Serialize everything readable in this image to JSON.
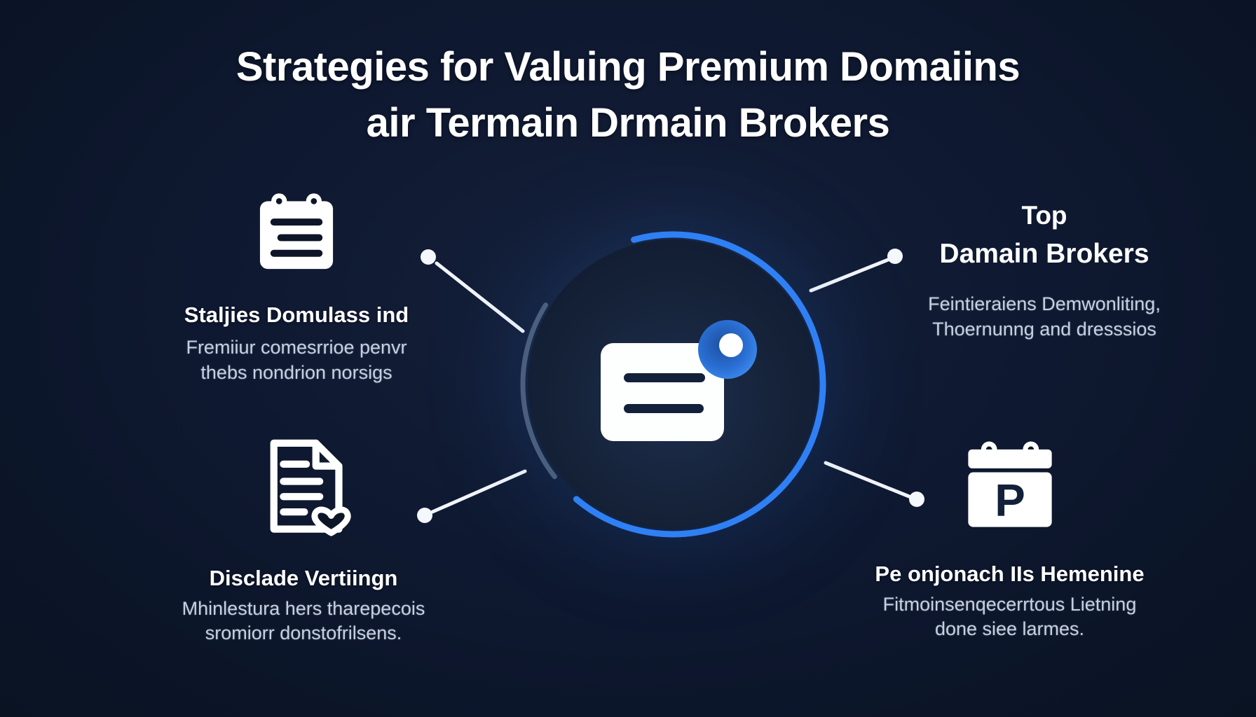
{
  "title": {
    "line1": "Strategies for Valuing Premium Domaiins",
    "line2": "air Termain Drmain Brokers"
  },
  "center": {
    "icon": "message-card-notification-icon"
  },
  "nodes": {
    "top_left": {
      "icon": "notepad-icon",
      "heading": "Staljies Domulass ind",
      "body_line1": "Fremiiur comesrrioe penvr",
      "body_line2": "thebs nondrion norsigs"
    },
    "top_right": {
      "heading_line1": "Top",
      "heading_line2": "Damain Brokers",
      "body_line1": "Feintieraiens Demwonliting,",
      "body_line2": "Thoernunng and dresssios"
    },
    "bottom_left": {
      "icon": "document-heart-icon",
      "heading": "Disclade Vertiingn",
      "body_line1": "Mhinlestura hers tharepecois",
      "body_line2": "sromiorr donstofrilsens."
    },
    "bottom_right": {
      "icon": "calendar-p-icon",
      "calendar_letter": "P",
      "heading": "Pe onjonach IIs Hemenine",
      "body_line1": "Fitmoinsenqecerrtous Lietning",
      "body_line2": "done siee larmes."
    }
  },
  "colors": {
    "background": "#0e1830",
    "accent_blue": "#2f80f4",
    "badge_blue": "#3f8cf6",
    "inner_circle": "#15223c",
    "text_primary": "#ffffff",
    "text_secondary": "#c6d0e0",
    "connector": "#f2f5fa"
  }
}
